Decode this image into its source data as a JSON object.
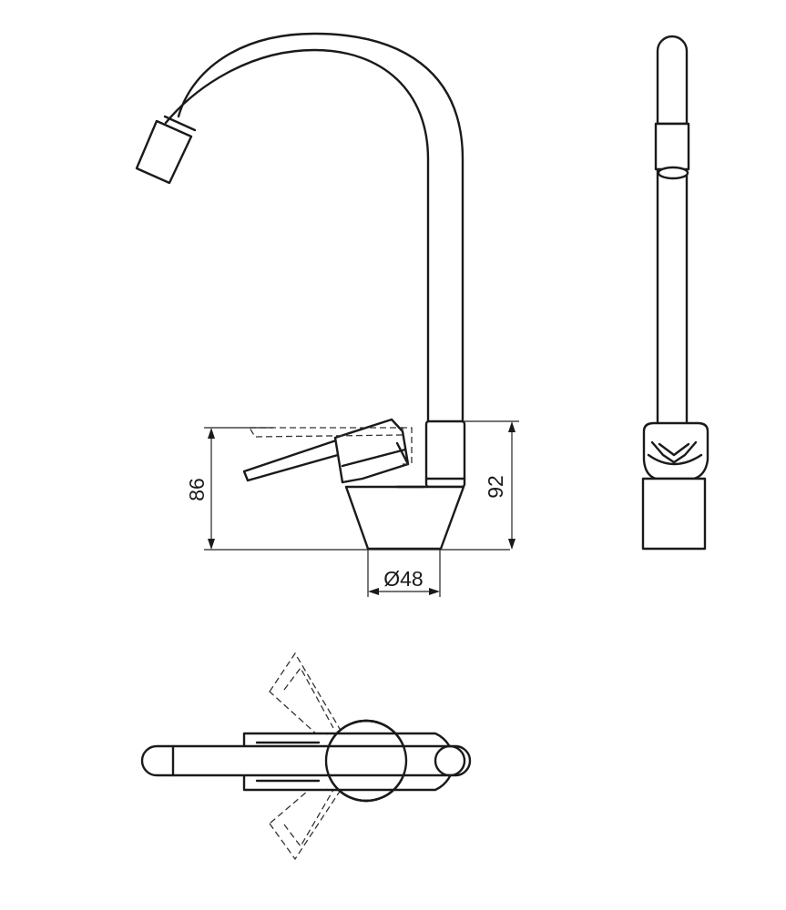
{
  "dimensions": {
    "left_height": "86",
    "right_height": "92",
    "base_diameter": "Ø48"
  },
  "views": [
    "front-view",
    "side-view",
    "top-view"
  ],
  "colors": {
    "line": "#1a1a1a",
    "background": "#ffffff"
  }
}
